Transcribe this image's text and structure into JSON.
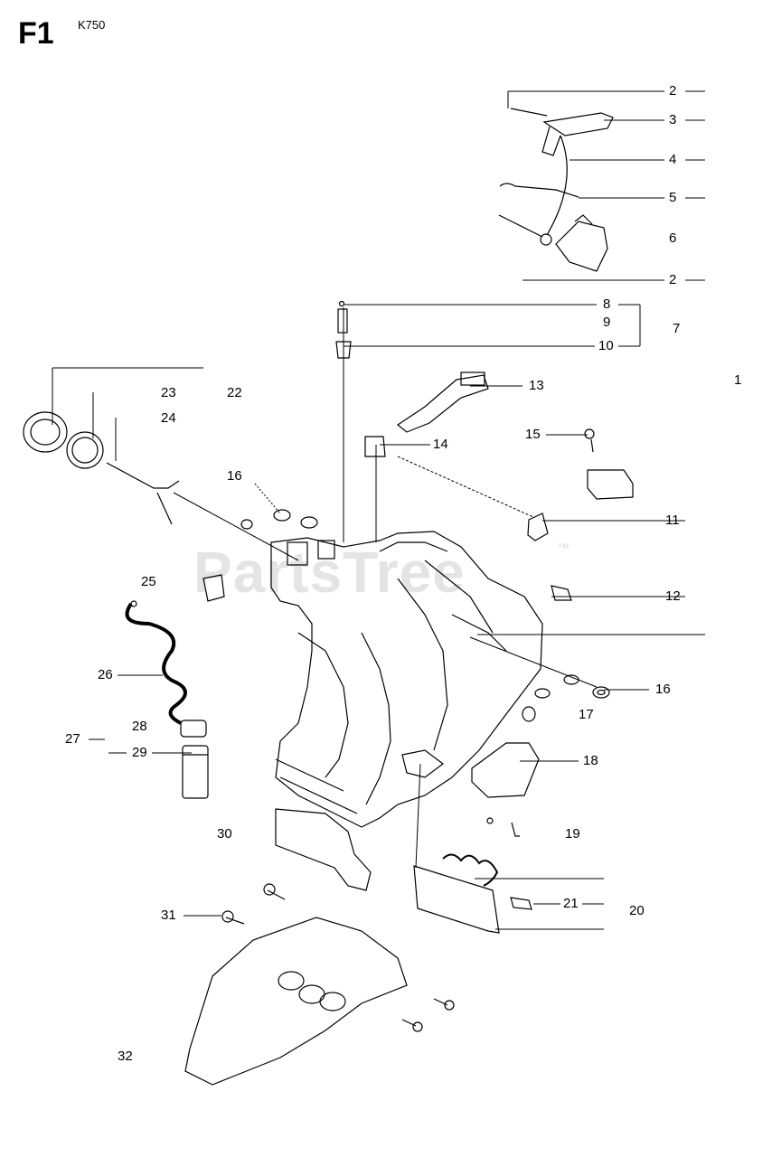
{
  "header": {
    "section_code": "F1",
    "model": "K750"
  },
  "watermark": {
    "text": "PartsTree",
    "trademark": "™"
  },
  "callouts": [
    {
      "id": "c1",
      "label": "1"
    },
    {
      "id": "c2a",
      "label": "2"
    },
    {
      "id": "c2b",
      "label": "2"
    },
    {
      "id": "c3",
      "label": "3"
    },
    {
      "id": "c4",
      "label": "4"
    },
    {
      "id": "c5",
      "label": "5"
    },
    {
      "id": "c6",
      "label": "6"
    },
    {
      "id": "c7",
      "label": "7"
    },
    {
      "id": "c8",
      "label": "8"
    },
    {
      "id": "c9",
      "label": "9"
    },
    {
      "id": "c10",
      "label": "10"
    },
    {
      "id": "c11",
      "label": "11"
    },
    {
      "id": "c12",
      "label": "12"
    },
    {
      "id": "c13",
      "label": "13"
    },
    {
      "id": "c14",
      "label": "14"
    },
    {
      "id": "c15",
      "label": "15"
    },
    {
      "id": "c16a",
      "label": "16"
    },
    {
      "id": "c16b",
      "label": "16"
    },
    {
      "id": "c17",
      "label": "17"
    },
    {
      "id": "c18",
      "label": "18"
    },
    {
      "id": "c19",
      "label": "19"
    },
    {
      "id": "c20",
      "label": "20"
    },
    {
      "id": "c21",
      "label": "21"
    },
    {
      "id": "c22",
      "label": "22"
    },
    {
      "id": "c23",
      "label": "23"
    },
    {
      "id": "c24",
      "label": "24"
    },
    {
      "id": "c25",
      "label": "25"
    },
    {
      "id": "c26",
      "label": "26"
    },
    {
      "id": "c27",
      "label": "27"
    },
    {
      "id": "c28",
      "label": "28"
    },
    {
      "id": "c29",
      "label": "29"
    },
    {
      "id": "c30",
      "label": "30"
    },
    {
      "id": "c31",
      "label": "31"
    },
    {
      "id": "c32",
      "label": "32"
    }
  ]
}
